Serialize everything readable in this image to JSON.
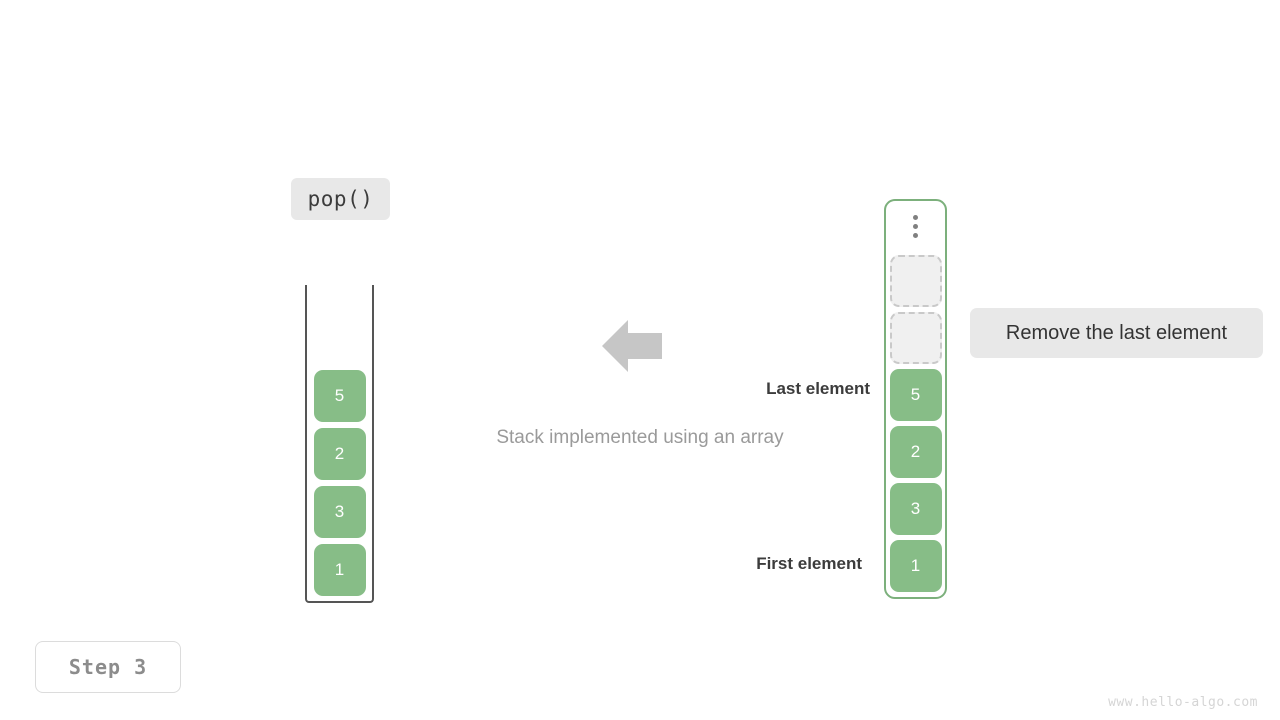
{
  "operation": {
    "label": "pop()"
  },
  "stack": {
    "title": "Stack implemented using an array",
    "items": [
      {
        "value": "5"
      },
      {
        "value": "2"
      },
      {
        "value": "3"
      },
      {
        "value": "1"
      }
    ]
  },
  "array": {
    "ellipsis_icon": "vertical-ellipsis-icon",
    "empty_slots": 2,
    "items": [
      {
        "value": "5",
        "state": "filled"
      },
      {
        "value": "2",
        "state": "filled"
      },
      {
        "value": "3",
        "state": "filled"
      },
      {
        "value": "1",
        "state": "filled"
      }
    ]
  },
  "annotations": {
    "last_element": "Last element",
    "first_element": "First element",
    "tooltip": "Remove the last element",
    "arrow_icon": "arrow-left-icon"
  },
  "footer": {
    "step": "Step 3",
    "watermark": "www.hello-algo.com"
  },
  "colors": {
    "accent_green": "#87bd87",
    "border_green": "#7cb07c",
    "chip_gray": "#e8e8e8",
    "empty_slot": "#f0f0f0",
    "dashed_border": "#c9c9c9",
    "arrow_gray": "#c6c6c6",
    "text_dark": "#3c3c3c",
    "text_muted": "#9a9a9a",
    "vessel_stroke": "#555555"
  }
}
